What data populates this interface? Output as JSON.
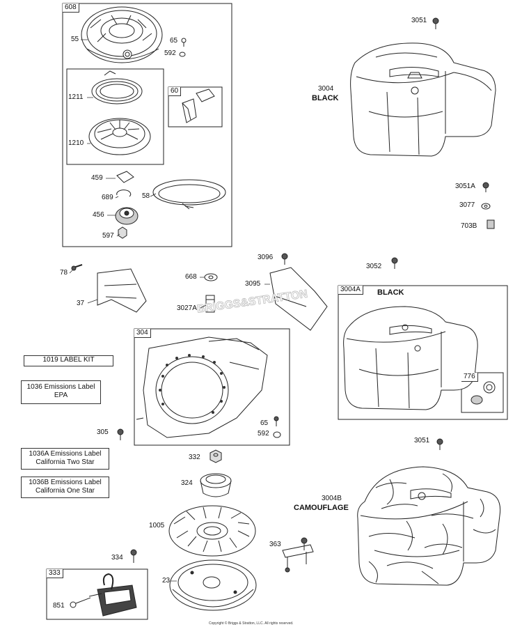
{
  "groups": {
    "g608": "608",
    "g60": "60",
    "g304": "304",
    "g3004A": "3004A",
    "g776": "776",
    "g333": "333"
  },
  "callouts": {
    "c55": "55",
    "c65a": "65",
    "c592a": "592",
    "c1211": "1211",
    "c1210": "1210",
    "c459": "459",
    "c689": "689",
    "c58": "58",
    "c456": "456",
    "c597": "597",
    "c3051a": "3051",
    "c3004": "3004",
    "c3004_black": "BLACK",
    "c3051A": "3051A",
    "c3077": "3077",
    "c703B": "703B",
    "c78": "78",
    "c37": "37",
    "c668": "668",
    "c3096": "3096",
    "c3095": "3095",
    "c3027A": "3027A",
    "c3052": "3052",
    "c3004A_black": "BLACK",
    "c305": "305",
    "c65b": "65",
    "c592b": "592",
    "c3051b": "3051",
    "c332": "332",
    "c324": "324",
    "c1005": "1005",
    "c3004B": "3004B",
    "c3004B_camo": "CAMOUFLAGE",
    "c334": "334",
    "c363": "363",
    "c23": "23",
    "c851": "851"
  },
  "kits": {
    "k1019": "1019 LABEL KIT",
    "k1036_l1": "1036 Emissions Label",
    "k1036_l2": "EPA",
    "k1036A_l1": "1036A Emissions Label",
    "k1036A_l2": "California Two Star",
    "k1036B_l1": "1036B Emissions Label",
    "k1036B_l2": "California One Star"
  },
  "watermark": "BRIGGS&STRATTON",
  "copyright": "Copyright © Briggs & Stratton, LLC. All rights reserved."
}
